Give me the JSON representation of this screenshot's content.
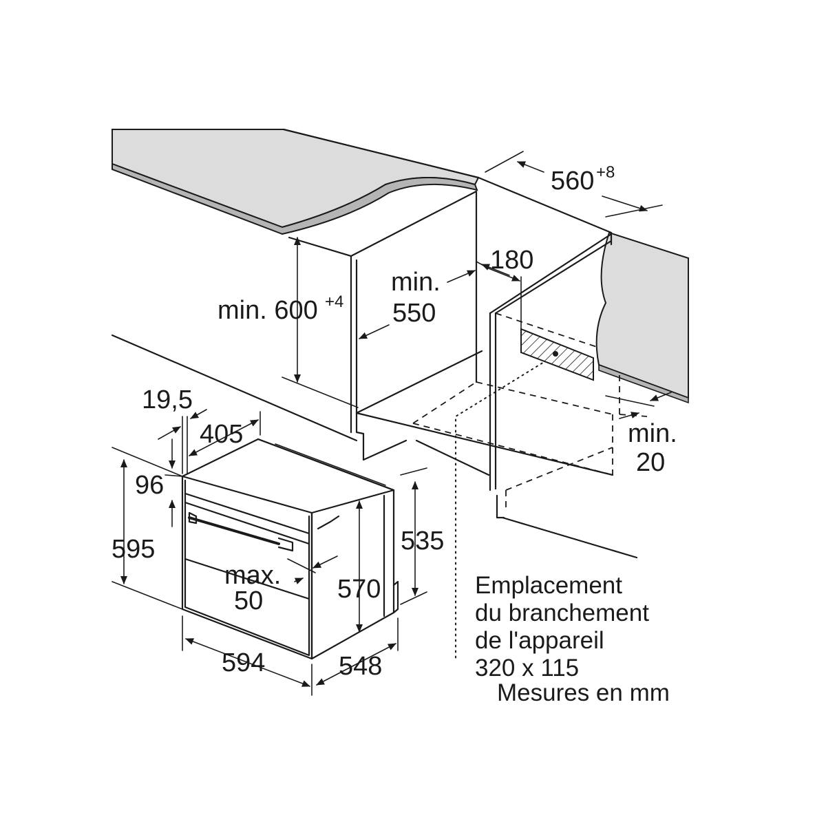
{
  "labels": {
    "width_560": "560",
    "width_560_tol": "+8",
    "depth_180": "180",
    "min_550_a": "min.",
    "min_550_b": "550",
    "height_600_a": "min. 600",
    "height_600_tol": "+4",
    "min_20_a": "min.",
    "min_20_b": "20",
    "d_19_5": "19,5",
    "d_405": "405",
    "d_96": "96",
    "d_595": "595",
    "d_535": "535",
    "d_570": "570",
    "max_50_a": "max.",
    "max_50_b": "50",
    "d_594": "594",
    "d_548": "548"
  },
  "notes": {
    "line1": "Emplacement",
    "line2": "du branchement",
    "line3": "de l'appareil",
    "line4": "320 x 115",
    "line5": "Mesures en mm"
  },
  "colors": {
    "line": "#1a1a1a",
    "countertop_top": "#dcdcdc",
    "countertop_edge": "#b5b5b5"
  }
}
